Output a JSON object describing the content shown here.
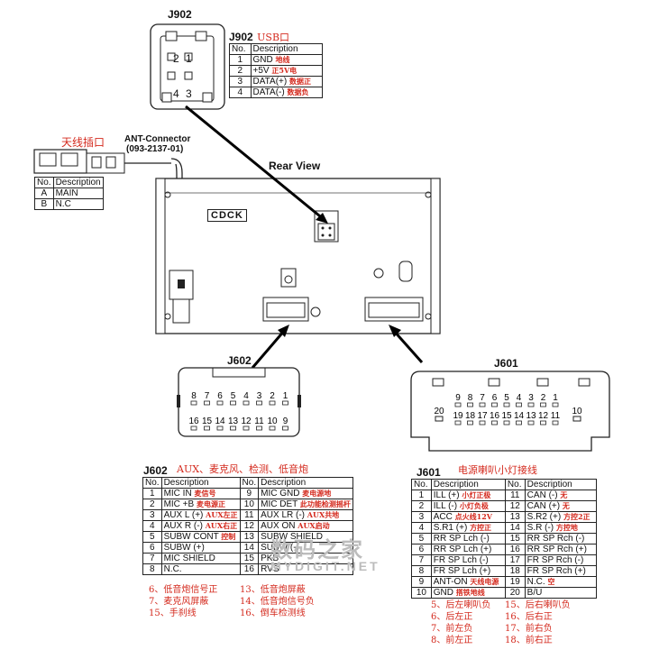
{
  "j902": {
    "name": "J902",
    "title_prefix": "J902",
    "title_cn": "USB口",
    "pin_digits": [
      "2",
      "1",
      "4",
      "3"
    ],
    "headers": [
      "No.",
      "Description"
    ],
    "rows": [
      {
        "no": "1",
        "desc": "GND",
        "cn": "地线"
      },
      {
        "no": "2",
        "desc": "+5V",
        "cn": "正5V电"
      },
      {
        "no": "3",
        "desc": "DATA(+)",
        "cn": "数据正"
      },
      {
        "no": "4",
        "desc": "DATA(-)",
        "cn": "数据负"
      }
    ]
  },
  "antenna": {
    "title_cn": "天线插口",
    "label": "ANT-Connector",
    "part": "(093-2137-01)",
    "headers": [
      "No.",
      "Description"
    ],
    "rows": [
      {
        "no": "A",
        "desc": "MAIN"
      },
      {
        "no": "B",
        "desc": "N.C"
      }
    ]
  },
  "rear_view": {
    "label": "Rear View",
    "logo": "CDCK"
  },
  "j602": {
    "name": "J602",
    "top_pins": [
      "8",
      "7",
      "6",
      "5",
      "4",
      "3",
      "2",
      "1"
    ],
    "bottom_pins": [
      "16",
      "15",
      "14",
      "13",
      "12",
      "11",
      "10",
      "9"
    ],
    "table_title": "J602",
    "table_title_cn": "AUX、麦克风、检测、低音炮",
    "headers": [
      "No.",
      "Description",
      "No.",
      "Description"
    ],
    "rows": [
      {
        "no": "1",
        "desc": "MIC IN",
        "cn": "麦信号",
        "no2": "9",
        "desc2": "MIC GND",
        "cn2": "麦电源地"
      },
      {
        "no": "2",
        "desc": "MIC +B",
        "cn": "麦电源正",
        "no2": "10",
        "desc2": "MIC DET",
        "cn2": "此功能检测摇杆"
      },
      {
        "no": "3",
        "desc": "AUX L (+)",
        "cn": "AUX左正",
        "no2": "11",
        "desc2": "AUX LR (-)",
        "cn2": "AUX共地"
      },
      {
        "no": "4",
        "desc": "AUX R (-)",
        "cn": "AUX右正",
        "no2": "12",
        "desc2": "AUX ON",
        "cn2": "AUX启动"
      },
      {
        "no": "5",
        "desc": "SUBW CONT",
        "cn": "控制",
        "no2": "13",
        "desc2": "SUBW SHIELD",
        "cn2": ""
      },
      {
        "no": "6",
        "desc": "SUBW (+)",
        "cn": "",
        "no2": "14",
        "desc2": "SUBW (-)",
        "cn2": ""
      },
      {
        "no": "7",
        "desc": "MIC SHIELD",
        "cn": "",
        "no2": "15",
        "desc2": "PKB",
        "cn2": ""
      },
      {
        "no": "8",
        "desc": "N.C.",
        "cn": "",
        "no2": "16",
        "desc2": "RVS",
        "cn2": ""
      }
    ],
    "notes_left": [
      "6、低音炮信号正",
      "7、麦克风屏蔽",
      "15、手刹线"
    ],
    "notes_right": [
      "13、低音炮屏蔽",
      "14、低音炮信号负",
      "16、倒车检测线"
    ]
  },
  "j601": {
    "name": "J601",
    "left_pin": "20",
    "right_pin": "10",
    "top_pins": [
      "9",
      "8",
      "7",
      "6",
      "5",
      "4",
      "3",
      "2",
      "1"
    ],
    "bottom_pins": [
      "19",
      "18",
      "17",
      "16",
      "15",
      "14",
      "13",
      "12",
      "11"
    ],
    "table_title": "J601",
    "table_title_cn": "电源喇叭小灯接线",
    "headers": [
      "No.",
      "Description",
      "No.",
      "Description"
    ],
    "rows": [
      {
        "no": "1",
        "desc": "ILL (+)",
        "cn": "小灯正极",
        "no2": "11",
        "desc2": "CAN (-)",
        "cn2": "无"
      },
      {
        "no": "2",
        "desc": "ILL (-)",
        "cn": "小灯负极",
        "no2": "12",
        "desc2": "CAN (+)",
        "cn2": "无"
      },
      {
        "no": "3",
        "desc": "ACC",
        "cn": "点火线12V",
        "no2": "13",
        "desc2": "S.R2 (+)",
        "cn2": "方控2正"
      },
      {
        "no": "4",
        "desc": "S.R1 (+)",
        "cn": "方控正",
        "no2": "14",
        "desc2": "S.R (-)",
        "cn2": "方控地"
      },
      {
        "no": "5",
        "desc": "RR SP Lch (-)",
        "cn": "",
        "no2": "15",
        "desc2": "RR SP Rch (-)",
        "cn2": ""
      },
      {
        "no": "6",
        "desc": "RR SP Lch (+)",
        "cn": "",
        "no2": "16",
        "desc2": "RR SP Rch (+)",
        "cn2": ""
      },
      {
        "no": "7",
        "desc": "FR SP Lch (-)",
        "cn": "",
        "no2": "17",
        "desc2": "FR SP Rch (-)",
        "cn2": ""
      },
      {
        "no": "8",
        "desc": "FR SP Lch (+)",
        "cn": "",
        "no2": "18",
        "desc2": "FR SP Rch (+)",
        "cn2": ""
      },
      {
        "no": "9",
        "desc": "ANT-ON",
        "cn": "天线电源",
        "no2": "19",
        "desc2": "N.C.",
        "cn2": "空"
      },
      {
        "no": "10",
        "desc": "GND",
        "cn": "搭铁地线",
        "no2": "20",
        "desc2": "B/U",
        "cn2": ""
      }
    ],
    "notes_left": [
      "5、后左喇叭负",
      "6、后左正",
      "7、前左负",
      "8、前左正"
    ],
    "notes_right": [
      "15、后右喇叭负",
      "16、后右正",
      "17、前右负",
      "18、前右正"
    ]
  },
  "watermark": {
    "cn": "数码之家",
    "en": "MYDIGIT.NET"
  }
}
